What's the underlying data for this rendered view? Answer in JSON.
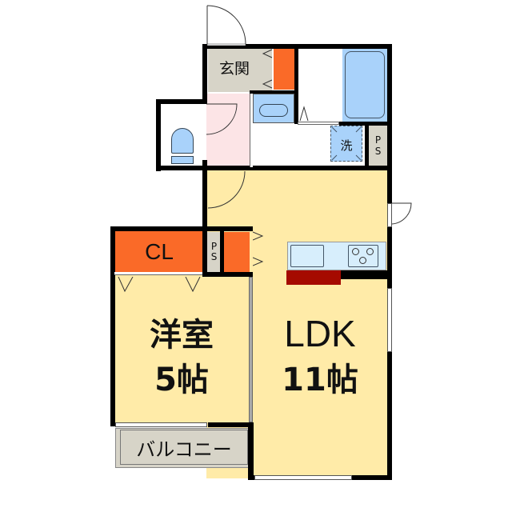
{
  "floorplan": {
    "rooms": {
      "entrance": {
        "label": "玄関"
      },
      "closet": {
        "label": "CL"
      },
      "ps_closet": {
        "label": "P\nS"
      },
      "ps_laundry": {
        "label": "P\nS"
      },
      "laundry": {
        "label": "洗"
      },
      "western_room": {
        "label": "洋室",
        "size": "5帖"
      },
      "ldk": {
        "label": "LDK",
        "size": "11帖"
      },
      "balcony": {
        "label": "バルコニー"
      }
    },
    "colors": {
      "living": "#FFEBA8",
      "entrance": "#D7D4C8",
      "storage": "#FA6A28",
      "hall": "#FCE4E6",
      "fixture": "#A9D2FA",
      "kitchen_counter": "#D7EEFC",
      "cabinet": "#A50A00",
      "wall": "#000000",
      "balcony": "#D7D4C8"
    }
  }
}
